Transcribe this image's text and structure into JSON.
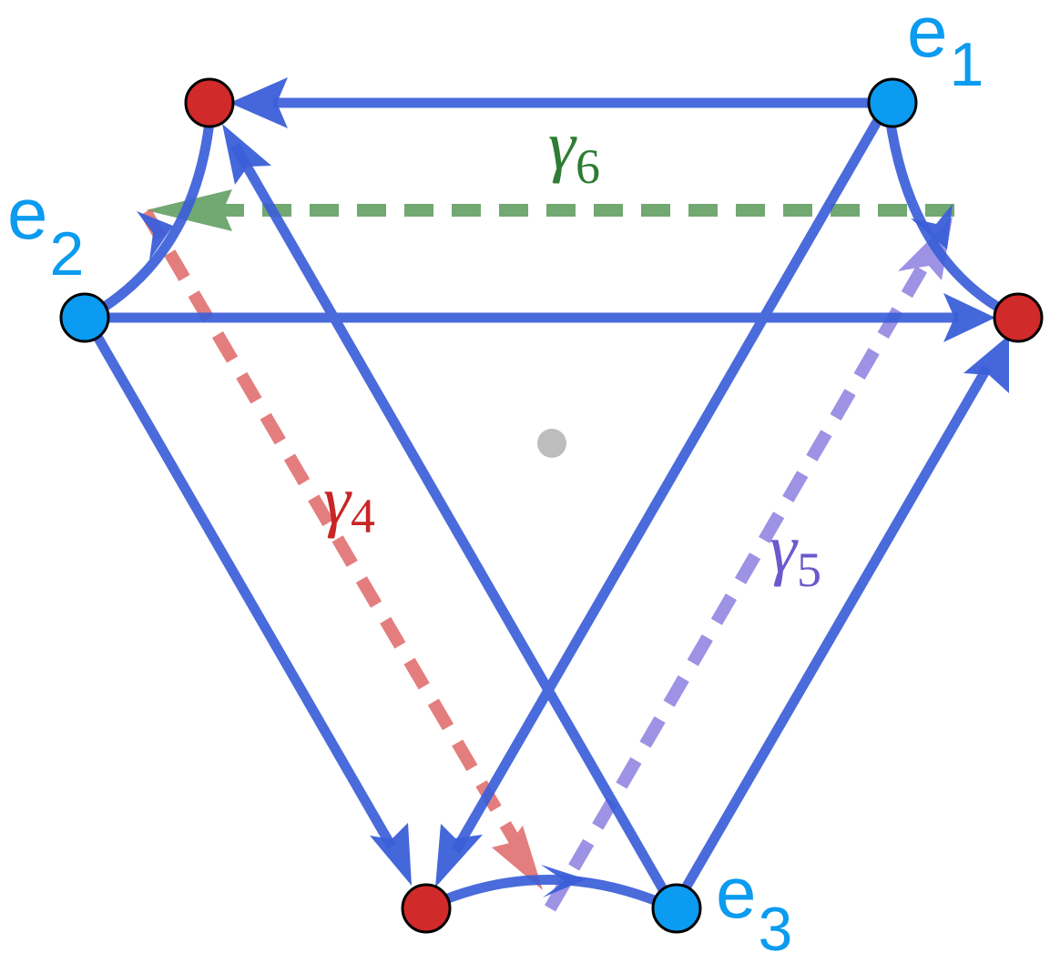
{
  "colors": {
    "solid_edge": "#3b5fd9",
    "blue_node": "#0b9bf0",
    "red_node": "#d12a2a",
    "center_dot": "#bdbdbd",
    "gamma4": "#e06868",
    "gamma5": "#8c7fe0",
    "gamma6": "#5a9a5a",
    "label_blue": "#0b9bf0",
    "label_red": "#c92626",
    "label_purple": "#6a5acd",
    "label_green": "#2e7d32"
  },
  "labels": {
    "e1": {
      "base": "e",
      "sub": "1"
    },
    "e2": {
      "base": "e",
      "sub": "2"
    },
    "e3": {
      "base": "e",
      "sub": "3"
    },
    "gamma4": {
      "base": "γ",
      "sub": "4"
    },
    "gamma5": {
      "base": "γ",
      "sub": "5"
    },
    "gamma6": {
      "base": "γ",
      "sub": "6"
    }
  }
}
